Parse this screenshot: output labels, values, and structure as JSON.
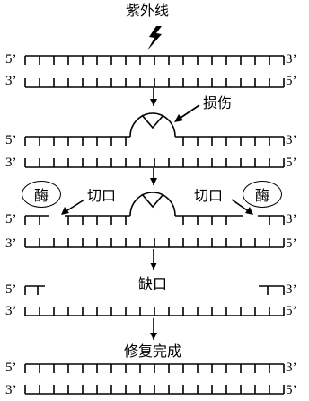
{
  "labels": {
    "uv": "紫外线",
    "damage": "损伤",
    "cut_left": "切口",
    "cut_right": "切口",
    "enzyme_left": "酶",
    "enzyme_right": "酶",
    "gap": "缺口",
    "complete": "修复完成"
  },
  "ends": {
    "five": "5’",
    "three": "3’"
  }
}
